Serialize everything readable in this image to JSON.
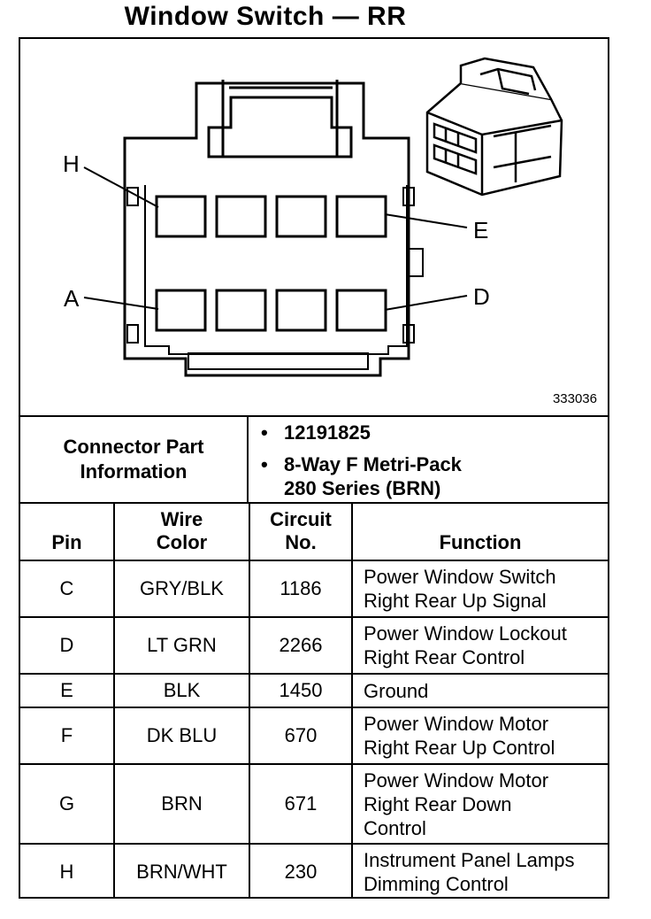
{
  "title": "Window Switch — RR",
  "figure_number": "333036",
  "diagram": {
    "pin_labels": [
      "H",
      "E",
      "A",
      "D"
    ]
  },
  "connector_info": {
    "label_line1": "Connector Part",
    "label_line2": "Information",
    "part_number": "12191825",
    "type_line1": "8-Way F Metri-Pack",
    "type_line2": "280 Series (BRN)"
  },
  "table": {
    "headers": {
      "pin": "Pin",
      "wire_color_1": "Wire",
      "wire_color_2": "Color",
      "circuit_1": "Circuit",
      "circuit_2": "No.",
      "function": "Function"
    },
    "rows": [
      {
        "pin": "C",
        "color": "GRY/BLK",
        "circuit": "1186",
        "function_1": "Power Window Switch",
        "function_2": "Right Rear Up Signal",
        "function_3": ""
      },
      {
        "pin": "D",
        "color": "LT GRN",
        "circuit": "2266",
        "function_1": "Power Window Lockout",
        "function_2": "Right Rear Control",
        "function_3": ""
      },
      {
        "pin": "E",
        "color": "BLK",
        "circuit": "1450",
        "function_1": "Ground",
        "function_2": "",
        "function_3": ""
      },
      {
        "pin": "F",
        "color": "DK BLU",
        "circuit": "670",
        "function_1": "Power Window Motor",
        "function_2": "Right Rear Up Control",
        "function_3": ""
      },
      {
        "pin": "G",
        "color": "BRN",
        "circuit": "671",
        "function_1": "Power Window Motor",
        "function_2": "Right Rear Down",
        "function_3": "Control"
      },
      {
        "pin": "H",
        "color": "BRN/WHT",
        "circuit": "230",
        "function_1": "Instrument Panel Lamps",
        "function_2": "Dimming Control",
        "function_3": ""
      }
    ]
  }
}
